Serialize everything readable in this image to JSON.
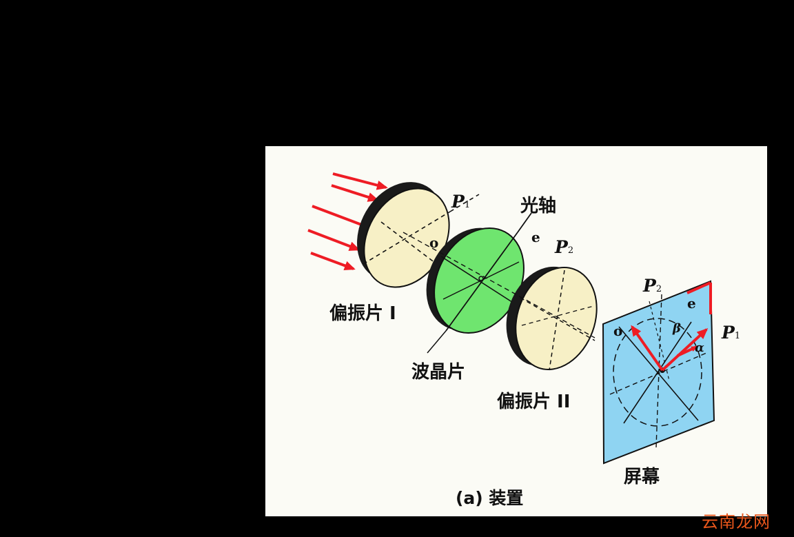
{
  "labels": {
    "polarizer1": "偏振片 I",
    "polarizer2": "偏振片 II",
    "waveplate": "波晶片",
    "optic_axis": "光轴",
    "screen": "屏幕",
    "caption": "(a) 装置",
    "p_letter": "P",
    "p1_sub": "1",
    "p2_sub": "2",
    "o_ray": "o",
    "e_ray": "e",
    "alpha": "α",
    "beta": "β"
  },
  "watermark": "云南龙网",
  "colors": {
    "page_background": "#000000",
    "panel_background": "#fbfbf5",
    "polarizer_fill": "#f7f0c6",
    "waveplate_fill": "#6fe56f",
    "screen_fill": "#8fd4f2",
    "arrow_red": "#ee1c24",
    "watermark": "#e8561b"
  }
}
